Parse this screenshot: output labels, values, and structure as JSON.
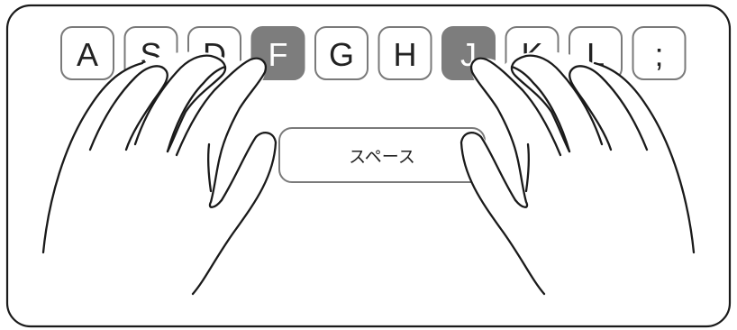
{
  "keyboard": {
    "keys": [
      {
        "label": "A",
        "home": false
      },
      {
        "label": "S",
        "home": false
      },
      {
        "label": "D",
        "home": false
      },
      {
        "label": "F",
        "home": true
      },
      {
        "label": "G",
        "home": false
      },
      {
        "label": "H",
        "home": false
      },
      {
        "label": "J",
        "home": true
      },
      {
        "label": "K",
        "home": false
      },
      {
        "label": "L",
        "home": false
      },
      {
        "label": ";",
        "home": false
      }
    ],
    "space_label": "スペース"
  },
  "colors": {
    "home_key_fill": "#7d7d7d",
    "key_border": "#7a7a7a",
    "outline": "#1a1a1a"
  },
  "icons": {
    "left_hand": "left-hand-outline",
    "right_hand": "right-hand-outline"
  }
}
